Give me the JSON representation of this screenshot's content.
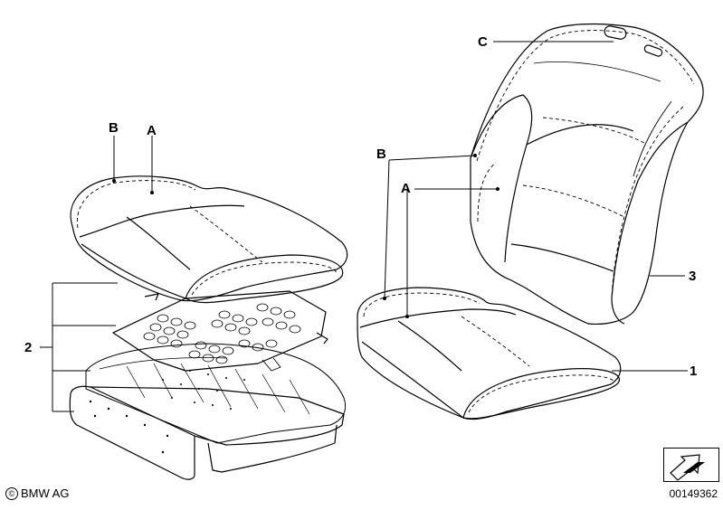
{
  "diagram": {
    "labels": {
      "a_left": "A",
      "b_left": "B",
      "a_right": "A",
      "b_right": "B",
      "c": "C",
      "n1": "1",
      "n2": "2",
      "n3": "3"
    },
    "copyright": "BMW AG",
    "copyright_symbol": "©",
    "doc_number": "00149362",
    "nav_icon": "arrow-icon"
  }
}
